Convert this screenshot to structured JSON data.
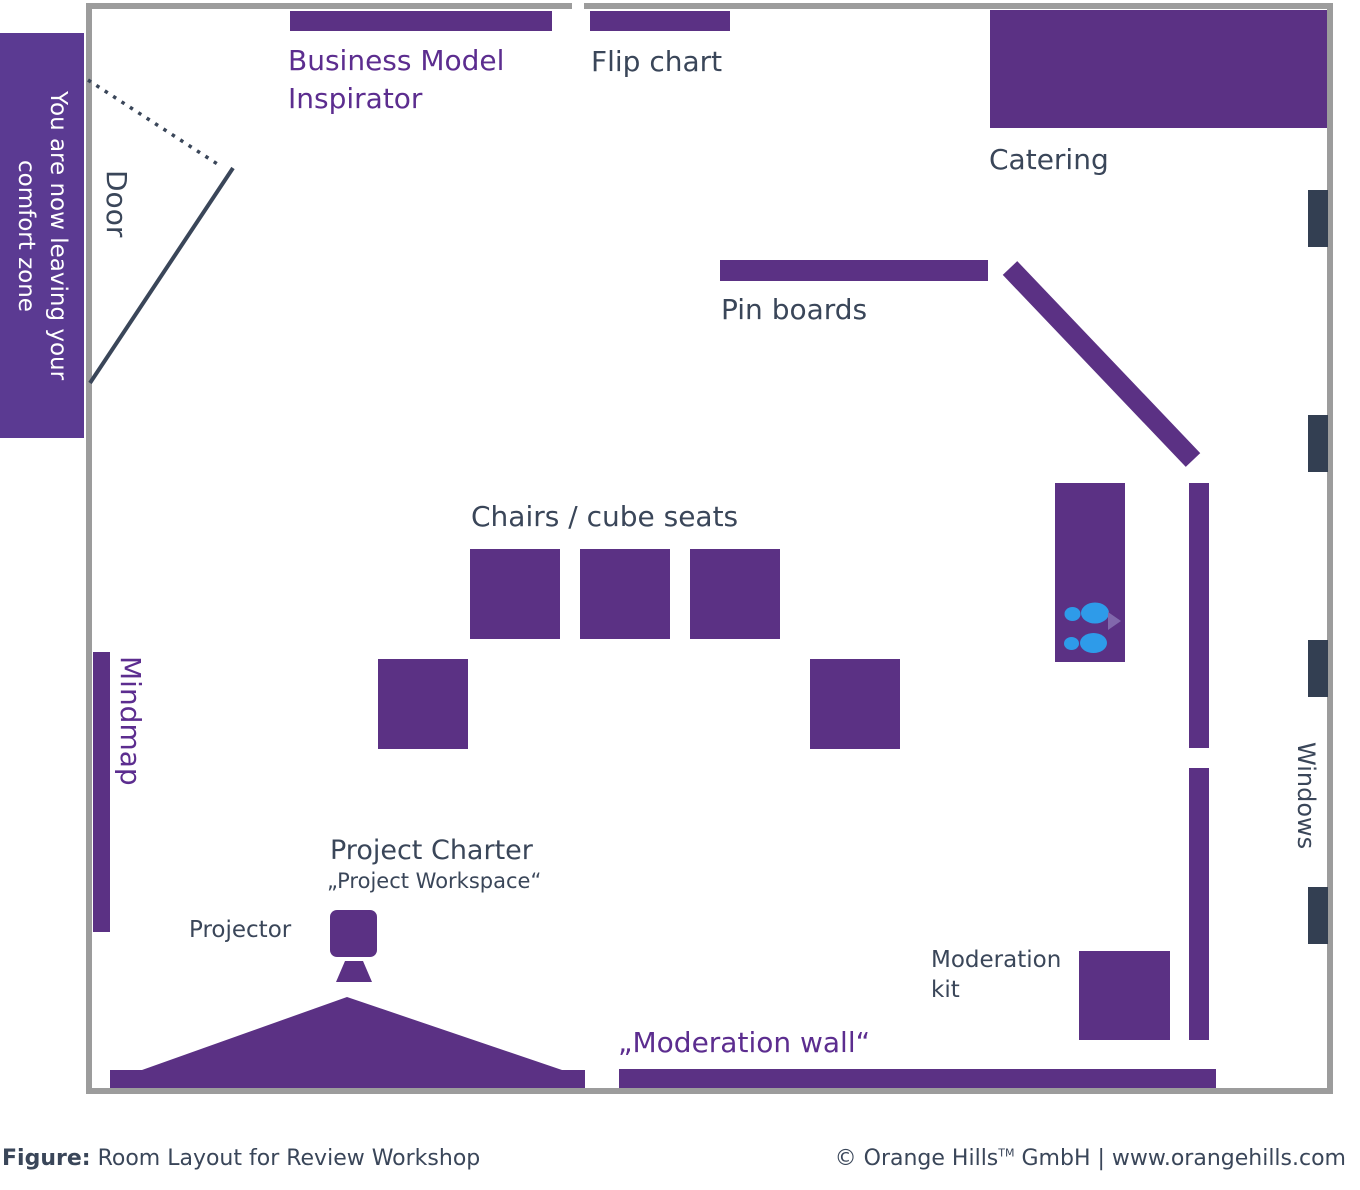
{
  "colors": {
    "shape_purple": "#5B3184",
    "text_purple": "#5C2D8F",
    "banner_purple": "#5B3A92",
    "text_navy": "#3A4659",
    "window_navy": "#333F52",
    "wall_gray": "#9C9C9C",
    "footprint_blue": "#2E9BE9",
    "arrow_lilac": "#8168AC",
    "background": "#FFFFFF"
  },
  "room": {
    "banner": {
      "line1": "You are now leaving your",
      "line2": "comfort zone"
    },
    "labels": {
      "door": "Door",
      "business_model": "Business Model Inspirator",
      "flip_chart": "Flip chart",
      "catering": "Catering",
      "pin_boards": "Pin boards",
      "chairs": "Chairs / cube seats",
      "windows": "Windows",
      "mindmap": "Mindmap",
      "project_charter": "Project Charter",
      "project_workspace": "„Project Workspace“",
      "projector": "Projector",
      "moderation_wall": "„Moderation wall“",
      "moderation_kit": "Moderation kit"
    }
  },
  "caption": {
    "figure_label": "Figure:",
    "figure_text": "Room Layout for Review Workshop",
    "copyright": "© Orange Hills",
    "trademark": "TM",
    "company_suffix": "GmbH | www.orangehills.com"
  }
}
